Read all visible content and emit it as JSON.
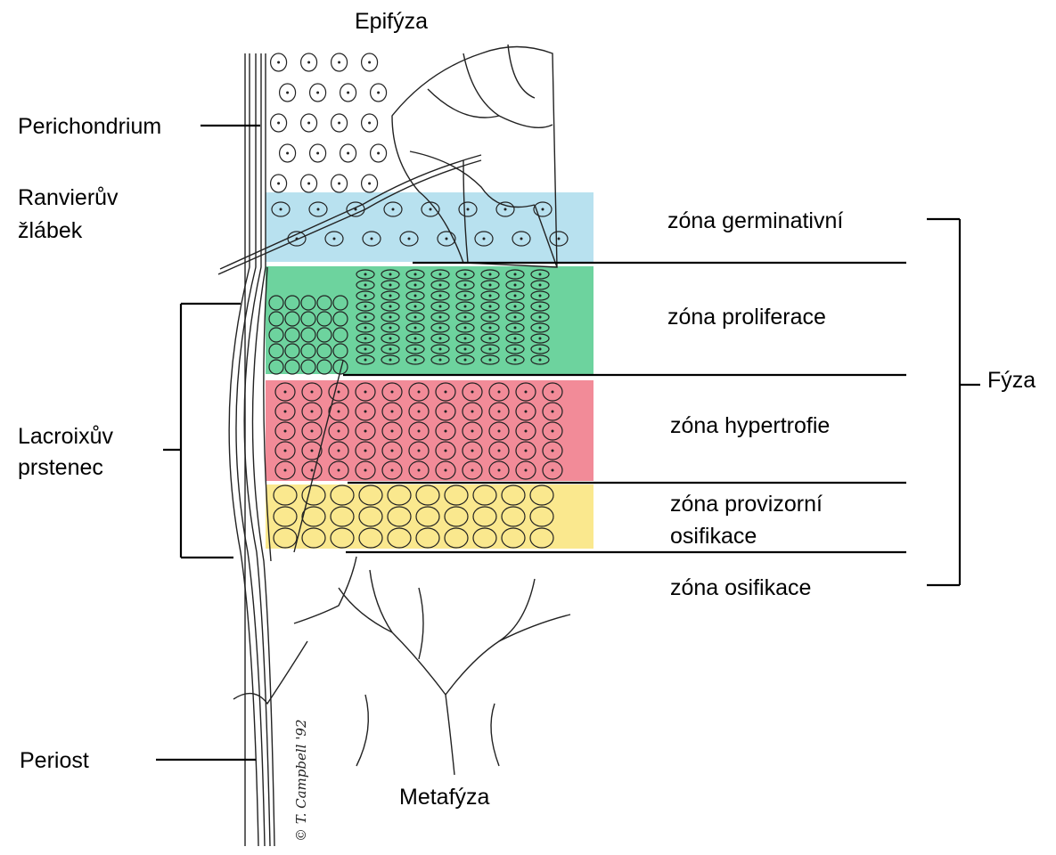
{
  "labels": {
    "epiphysis": "Epifýza",
    "perichondrium": "Perichondrium",
    "ranvier_line1": "Ranvierův",
    "ranvier_line2": "žlábek",
    "lacroix_line1": "Lacroixův",
    "lacroix_line2": "prstenec",
    "periost": "Periost",
    "metaphysis": "Metafýza",
    "physis": "Fýza"
  },
  "zones": [
    {
      "id": "germinative",
      "label": "zóna germinativní",
      "color": "#b8e1ef"
    },
    {
      "id": "proliferation",
      "label": "zóna proliferace",
      "color": "#6dd39e"
    },
    {
      "id": "hypertrophy",
      "label": "zóna hypertrofie",
      "color": "#f28b98"
    },
    {
      "id": "provisional",
      "label_line1": "zóna provizorní",
      "label_line2": "osifikace",
      "color": "#fae88e"
    },
    {
      "id": "ossification",
      "label": "zóna osifikace"
    }
  ],
  "signature": "© T. Campbell '92"
}
